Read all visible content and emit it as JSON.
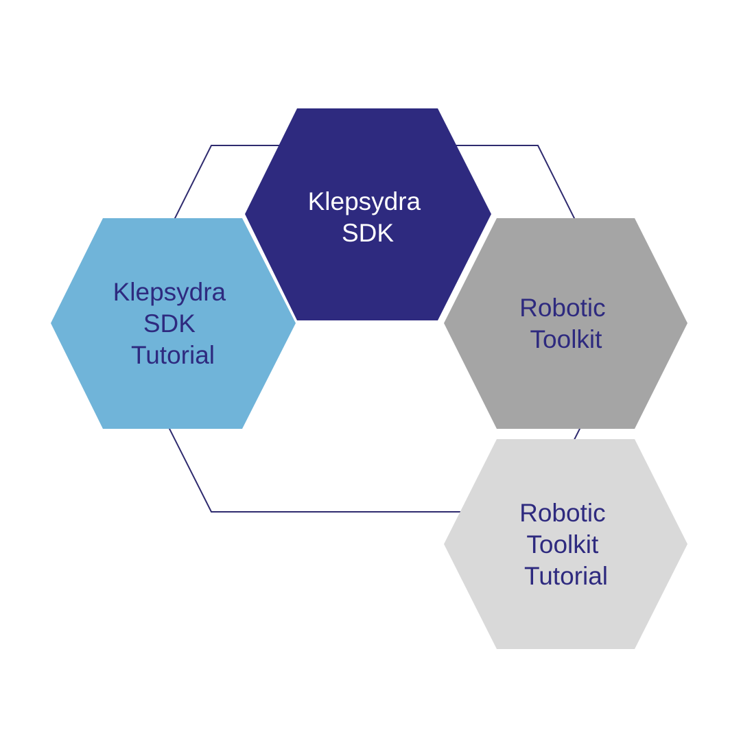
{
  "diagram": {
    "outline_color": "#2e2a6e",
    "nodes": [
      {
        "id": "klepsydra-sdk",
        "lines": [
          "Klepsydra",
          "SDK"
        ],
        "fill": "#2e2a7f",
        "text_color": "#ffffff"
      },
      {
        "id": "klepsydra-sdk-tutorial",
        "lines": [
          "Klepsydra",
          "SDK",
          "Tutorial"
        ],
        "fill": "#70b4d9",
        "text_color": "#2e2a7f"
      },
      {
        "id": "robotic-toolkit",
        "lines": [
          "Robotic",
          "Toolkit"
        ],
        "fill": "#a5a5a5",
        "text_color": "#2e2a7f"
      },
      {
        "id": "robotic-toolkit-tutorial",
        "lines": [
          "Robotic",
          "Toolkit",
          "Tutorial"
        ],
        "fill": "#d9d9d9",
        "text_color": "#2e2a7f"
      }
    ]
  }
}
